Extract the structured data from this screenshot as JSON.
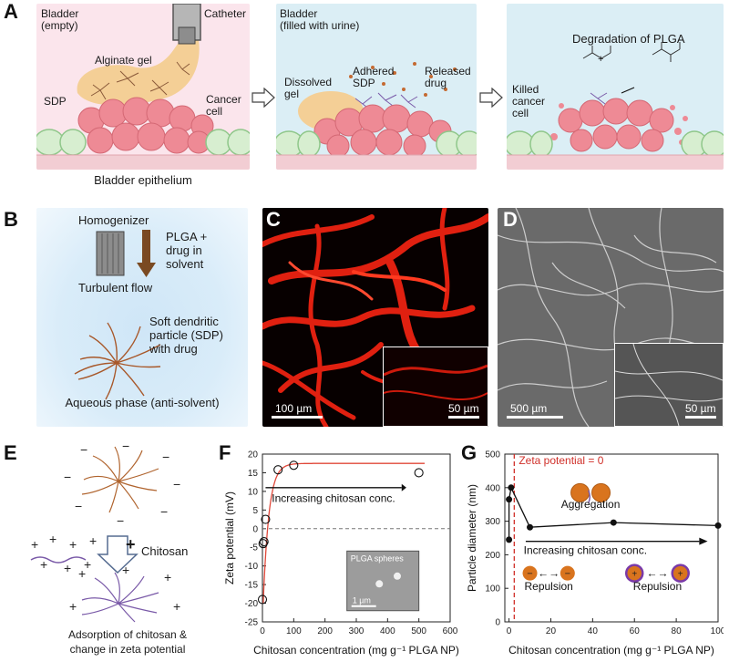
{
  "letters": {
    "a": "A",
    "b": "B",
    "c": "C",
    "d": "D",
    "e": "E",
    "f": "F",
    "g": "G"
  },
  "panel_a": {
    "box1": {
      "title1": "Bladder",
      "title2": "(empty)",
      "catheter": "Catheter",
      "alginate": "Alginate gel",
      "sdp": "SDP",
      "cancer1": "Cancer",
      "cancer2": "cell"
    },
    "box2": {
      "title1": "Bladder",
      "title2": "(filled with urine)",
      "dissolved1": "Dissolved",
      "dissolved2": "gel",
      "adhered1": "Adhered",
      "adhered2": "SDP",
      "released1": "Released",
      "released2": "drug"
    },
    "box3": {
      "degradation": "Degradation of PLGA",
      "killed1": "Killed",
      "killed2": "cancer",
      "killed3": "cell"
    },
    "epithelium": "Bladder epithelium"
  },
  "panel_b": {
    "homogenizer": "Homogenizer",
    "plga1": "PLGA +",
    "plga2": "drug in",
    "plga3": "solvent",
    "turbulent": "Turbulent flow",
    "soft1": "Soft dendritic",
    "soft2": "particle (SDP)",
    "soft3": "with drug",
    "aqueous": "Aqueous phase (anti-solvent)"
  },
  "panel_c": {
    "scale_main": "100 µm",
    "scale_inset": "50 µm"
  },
  "panel_d": {
    "scale_main": "500 µm",
    "scale_inset": "50 µm"
  },
  "panel_e": {
    "chitosan": "Chitosan",
    "caption1": "Adsorption of chitosan &",
    "caption2": "change in zeta potential"
  },
  "chart_data": [
    {
      "type": "scatter",
      "xlabel": "Chitosan concentration (mg g⁻¹ PLGA NP)",
      "ylabel": "Zeta potential (mV)",
      "xlim": [
        0,
        600
      ],
      "ylim": [
        -25,
        20
      ],
      "xticks": [
        0,
        100,
        200,
        300,
        400,
        500,
        600
      ],
      "yticks": [
        -25,
        -20,
        -15,
        -10,
        -5,
        0,
        5,
        10,
        15,
        20
      ],
      "points": [
        {
          "x": 0,
          "y": -19
        },
        {
          "x": 2,
          "y": -4
        },
        {
          "x": 5,
          "y": -3.5
        },
        {
          "x": 10,
          "y": 2.5
        },
        {
          "x": 50,
          "y": 15.8
        },
        {
          "x": 100,
          "y": 17
        },
        {
          "x": 500,
          "y": 15
        }
      ],
      "fit_curve": {
        "plateau": 17.5,
        "x0": 2.5,
        "y0": -20,
        "k": 0.055
      },
      "annotation": "Increasing chitosan conc.",
      "inset_label": "PLGA spheres",
      "inset_scale": "1 µm"
    },
    {
      "type": "line",
      "xlabel": "Chitosan concentration (mg g⁻¹ PLGA NP)",
      "ylabel": "Particle diameter (nm)",
      "xlim": [
        -2,
        100
      ],
      "ylim": [
        0,
        500
      ],
      "xticks": [
        0,
        20,
        40,
        60,
        80,
        100
      ],
      "yticks": [
        0,
        100,
        200,
        300,
        400,
        500
      ],
      "points": [
        {
          "x": 0,
          "y": 245
        },
        {
          "x": 0,
          "y": 365
        },
        {
          "x": 1,
          "y": 400
        },
        {
          "x": 10,
          "y": 282
        },
        {
          "x": 50,
          "y": 296
        },
        {
          "x": 100,
          "y": 287
        }
      ],
      "zero_line_x": 2.5,
      "zero_label": "Zeta potential = 0",
      "annotation": "Increasing chitosan conc.",
      "aggregation": "Aggregation",
      "repulsion1": "Repulsion",
      "repulsion2": "Repulsion"
    }
  ]
}
